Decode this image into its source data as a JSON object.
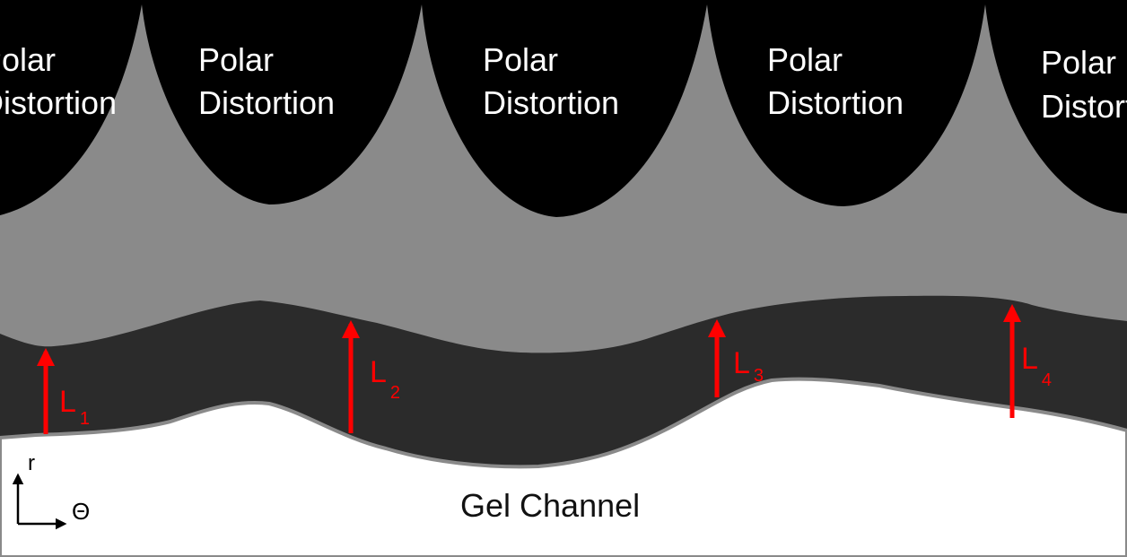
{
  "colors": {
    "distortion": "#000000",
    "gray_layer": "#8a8a8a",
    "dark_layer": "#2b2b2b",
    "gel_channel": "#ffffff",
    "arrow": "#ff0000"
  },
  "regions": {
    "polar_distortion": {
      "line1": "Polar",
      "line2": "Distortion"
    },
    "gel_channel": "Gel Channel"
  },
  "arrows": [
    {
      "letter": "L",
      "index": "1"
    },
    {
      "letter": "L",
      "index": "2"
    },
    {
      "letter": "L",
      "index": "3"
    },
    {
      "letter": "L",
      "index": "4"
    }
  ],
  "axes": {
    "r_label": "r",
    "theta_label": "Θ"
  }
}
